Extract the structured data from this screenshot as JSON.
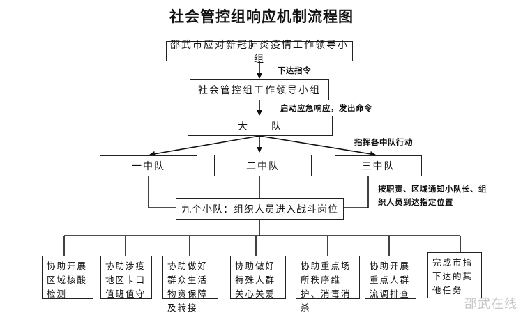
{
  "title": "社会管控组响应机制流程图",
  "nodes": {
    "leading_group": "邵武市应对新冠肺炎疫情工作领导小组",
    "control_group": "社会管控组工作领导小组",
    "brigade": "大　　队",
    "squad_1": "一中队",
    "squad_2": "二中队",
    "squad_3": "三中队",
    "nine_teams": "九个小队：组织人员进入战斗岗位"
  },
  "edge_labels": {
    "issue_orders": "下达指令",
    "start_response": "启动应急响应，发出命令",
    "command_squads": "指挥各中队行动",
    "notify_teams": "按职责、区域通知小队长、组织人员到达指定位置"
  },
  "tasks": [
    "协助开展区域核酸检测",
    "协助涉疫地区卡口值班值守",
    "协助做好群众生活物资保障及转接",
    "协助做好特殊人群关心关爱",
    "协助重点场所秩序维护、消毒消杀",
    "协助开展重点人群流调排查",
    "完成市指下达的其他任务"
  ],
  "watermark": "邵武在线"
}
